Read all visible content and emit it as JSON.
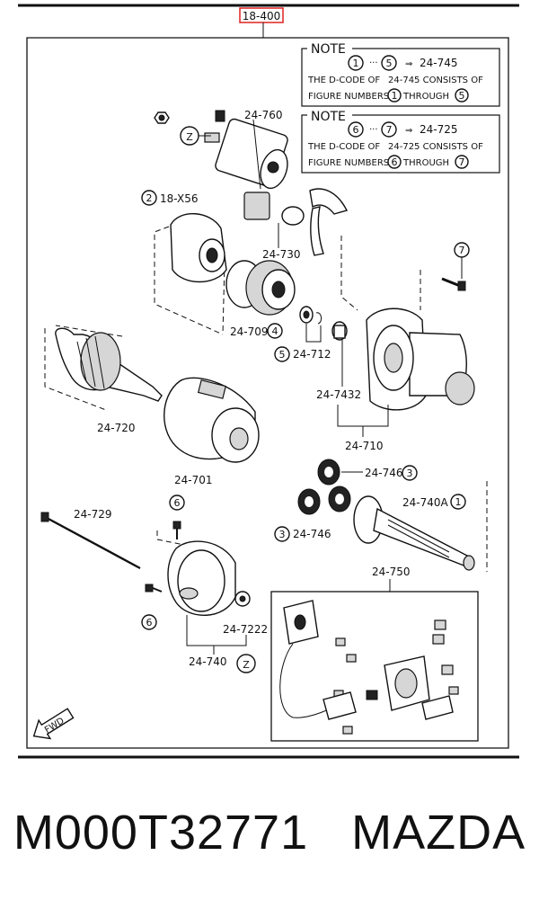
{
  "page_ref": "18-400",
  "notes": [
    {
      "heading": "NOTE",
      "range_from": "1",
      "range_to": "5",
      "code": "24-745",
      "line1_a": "THE D-CODE OF",
      "line1_b": "24-745 CONSISTS OF",
      "line2_a": "FIGURE NUMBERS",
      "line2_b": "THROUGH"
    },
    {
      "heading": "NOTE",
      "range_from": "6",
      "range_to": "7",
      "code": "24-725",
      "line1_a": "THE D-CODE OF",
      "line1_b": "24-725 CONSISTS OF",
      "line2_a": "FIGURE NUMBERS",
      "line2_b": "THROUGH"
    }
  ],
  "part_labels": {
    "p24_760": "24-760",
    "p18_x56": "18-X56",
    "p24_730": "24-730",
    "p24_709": "24-709",
    "p24_712": "24-712",
    "p24_720": "24-720",
    "p24_7432": "24-7432",
    "p24_710": "24-710",
    "p24_701": "24-701",
    "p24_746_top": "24-746",
    "p24_740a": "24-740A",
    "p24_746_left": "24-746",
    "p24_729": "24-729",
    "p24_750": "24-750",
    "p24_7222": "24-7222",
    "p24_740": "24-740"
  },
  "ref_marks": {
    "z": "Z",
    "n1": "1",
    "n2": "2",
    "n3": "3",
    "n4": "4",
    "n5": "5",
    "n6": "6",
    "n7": "7"
  },
  "fwd_label": "FWD",
  "footer_text": "M000T32771   MAZDA"
}
